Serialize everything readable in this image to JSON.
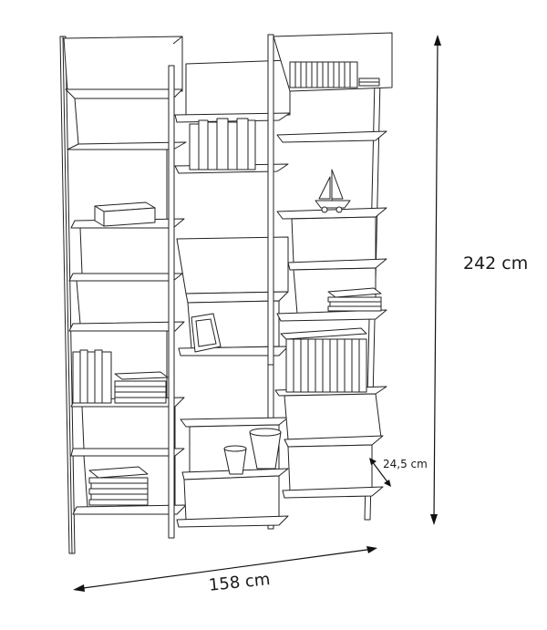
{
  "dimensions": {
    "height": "242 cm",
    "width": "158 cm",
    "depth": "24,5 cm"
  }
}
